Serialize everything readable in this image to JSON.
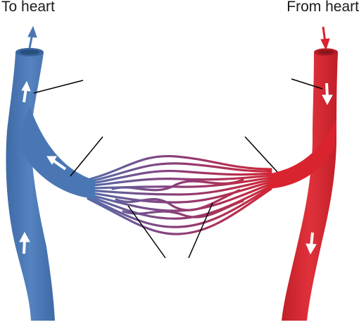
{
  "labels": {
    "to_heart": "To heart",
    "from_heart": "From heart"
  },
  "colors": {
    "vein": "#4a77b4",
    "vein_dark": "#3a649c",
    "artery": "#d9232e",
    "artery_dark": "#b51d27",
    "capillary_mid": "#8a3e7a",
    "flow_arrow": "#ffffff",
    "leader_line": "#000000"
  },
  "structures": [
    "vein",
    "venule",
    "capillary-bed",
    "arteriole",
    "artery"
  ],
  "icons": [
    "flow-arrow-icon"
  ]
}
